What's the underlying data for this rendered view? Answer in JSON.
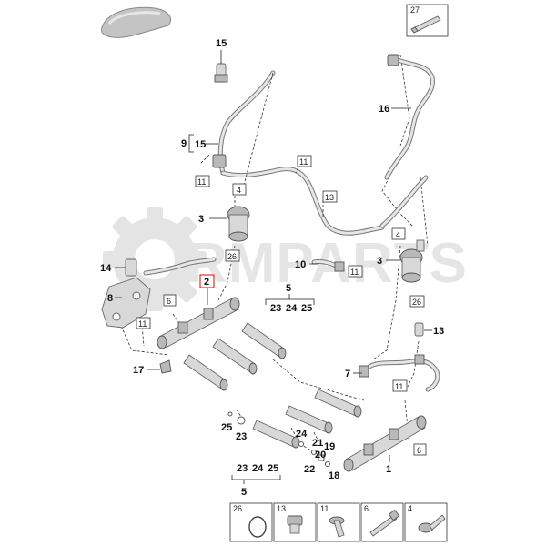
{
  "callouts": {
    "c1": "1",
    "c2": "2",
    "c3a": "3",
    "c3b": "3",
    "c5a": "5",
    "c5b": "5",
    "c7": "7",
    "c8": "8",
    "c9": "9",
    "c10": "10",
    "c13": "13",
    "c14": "14",
    "c15a": "15",
    "c15b": "15",
    "c16": "16",
    "c17": "17",
    "c18": "18",
    "c19": "19",
    "c20": "20",
    "c21": "21",
    "c22": "22",
    "c23": "23",
    "c24": "24",
    "c25": "25",
    "group_top": [
      "23",
      "24",
      "25"
    ],
    "group_bottom": [
      "23",
      "24",
      "25"
    ]
  },
  "boxed_refs": {
    "b4a": "4",
    "b4b": "4",
    "b6a": "6",
    "b6b": "6",
    "b11a": "11",
    "b11b": "11",
    "b11c": "11",
    "b11d": "11",
    "b11e": "11",
    "b13": "13",
    "b26a": "26",
    "b26b": "26",
    "b27": "27"
  },
  "legend": {
    "items": [
      "26",
      "13",
      "11",
      "6",
      "4"
    ],
    "icons": [
      "o-ring-icon",
      "plug-icon",
      "flange-bolt-icon",
      "bolt-icon",
      "collar-bolt-icon"
    ]
  },
  "watermark": {
    "text": "RMPARTS",
    "logo": "gear-logo"
  },
  "colors": {
    "highlight": "#d9342b",
    "line": "#222222",
    "part": "#d8d8d8",
    "watermark": "#d9d9d9"
  }
}
